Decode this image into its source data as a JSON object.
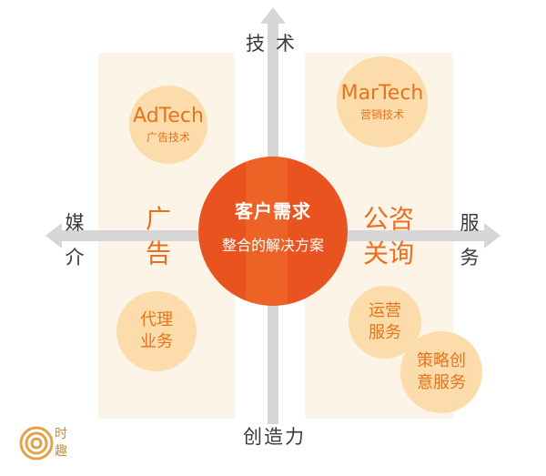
{
  "axes": {
    "top": "技术",
    "bottom": "创造力",
    "left": "媒介",
    "right": "服务"
  },
  "center": {
    "title": "客户需求",
    "subtitle": "整合的解决方案"
  },
  "quadrant_labels": {
    "left": "广告",
    "right": "公咨关询"
  },
  "circles": {
    "adtech": {
      "title": "AdTech",
      "subtitle": "广告技术"
    },
    "martech": {
      "title": "MarTech",
      "subtitle": "营销技术"
    },
    "agency": "代理业务",
    "ops": "运营服务",
    "strategy": "策略创意服务"
  },
  "logo": {
    "text": "时趣"
  },
  "colors": {
    "accent": "#e9531f",
    "accent_text": "#ea6f1f",
    "circle_fill": "#fbdcaa",
    "panel_fill": "#fdf4e8",
    "axis": "#d6d6d6"
  }
}
